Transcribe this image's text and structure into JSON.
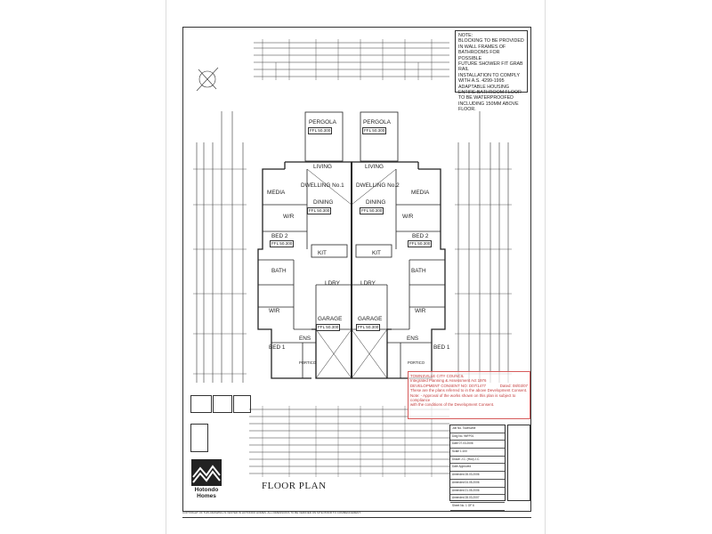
{
  "note": {
    "lines": [
      "NOTE:",
      "BLOCKING TO BE PROVIDED",
      "IN WALL FRAMES OF",
      "BATHROOMS FOR POSSIBLE",
      "FUTURE SHOWER FIT GRAB RAIL",
      "INSTALLATION TO COMPLY",
      "WITH A.S. 4299-1995",
      "ADAPTABLE HOUSING",
      "ENTIRE BATHROOM FLOOR",
      "TO BE WATERPROOFED",
      "INCLUDING 150mm ABOVE",
      "FLOOR."
    ]
  },
  "rooms": {
    "pergola": "PERGOLA",
    "living": "LIVING",
    "dwelling_1": "DWELLING No.1",
    "dwelling_2": "DWELLING No.2",
    "dining": "DINING",
    "media": "MEDIA",
    "wr": "W/R",
    "bed2": "BED 2",
    "kit": "KIT",
    "bath": "BATH",
    "ldry": "LDRY",
    "wir": "WIR",
    "garage": "GARAGE",
    "ens": "ENS",
    "bed1": "BED 1",
    "portico": "PORTICO",
    "ffl": "FFL 50.300"
  },
  "plan_title": "FLOOR PLAN",
  "logo": {
    "line1": "Hotondo",
    "line2": "Homes"
  },
  "stamp": {
    "council": "TOWNSVILLE CITY COUNCIL",
    "act": "Integrated Planning & Assessment Act 1976",
    "consent": "DEVELOPMENT CONSENT NO: D07/1477",
    "dated_label": "Dated:",
    "date": "08/03/07",
    "line1": "These are the plans referred to in the above Development Consent.",
    "line2": "Note: - Approval of the works shown on this plan is subject to compliance",
    "line3": "with the conditions of the Development Consent."
  },
  "titleblock": [
    "Job No. Townsville",
    "Dwg No. 96FP01",
    "Date 07.03.2006",
    "Scale 1:100",
    "Drawn J.C. (Hoo) J.C.",
    "Date Approved",
    "Amended 28.03.2006",
    "Amended 04.05.2006",
    "Amended 21.05.2006",
    "Amended 28.03.2007",
    "Sheet No. 1 OF 6"
  ],
  "footer": "COPYRIGHT OF THIS DRAWING IS VESTED IN HOTONDO HOMES. ALL DIMENSIONS TO BE VERIFIED ON SITE PRIOR TO COMMENCEMENT."
}
